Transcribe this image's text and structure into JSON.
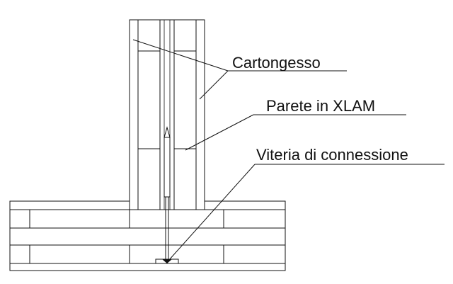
{
  "labels": {
    "drywall": "Cartongesso",
    "xlam_wall": "Parete in XLAM",
    "fasteners": "Viteria di connessione"
  },
  "colors": {
    "line": "#111111",
    "background": "#ffffff"
  }
}
